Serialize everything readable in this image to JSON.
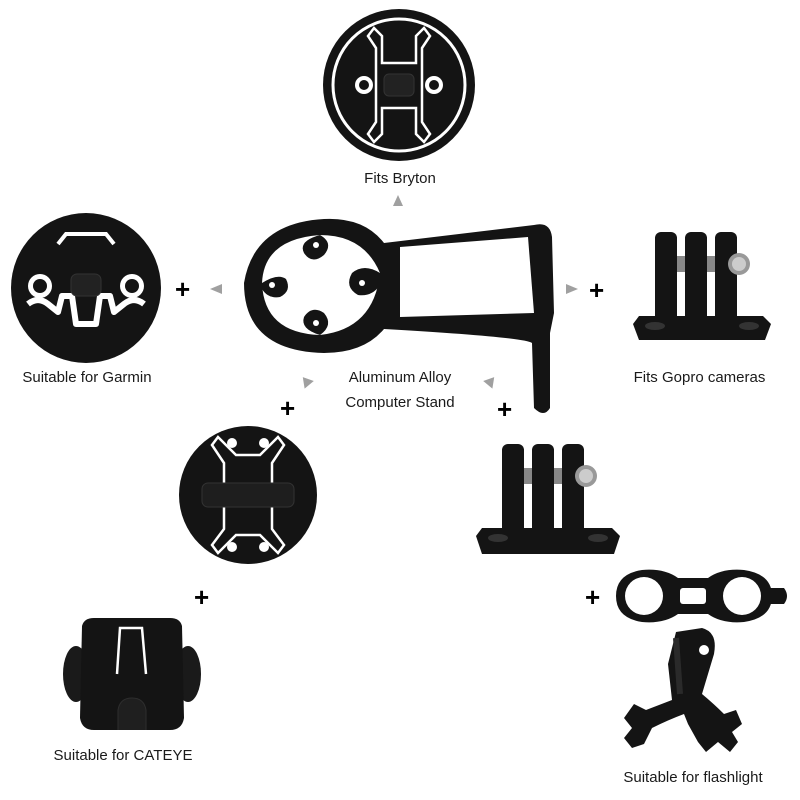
{
  "labels": {
    "bryton": "Fits Bryton",
    "garmin": "Suitable for Garmin",
    "stand_line1": "Aluminum Alloy",
    "stand_line2": "Computer Stand",
    "gopro": "Fits Gopro cameras",
    "cateye": "Suitable for CATEYE",
    "flashlight": "Suitable for flashlight"
  },
  "connectors": {
    "plus": "+"
  },
  "colors": {
    "part": "#141414",
    "arrow": "#a0a0a0",
    "background": "#ffffff"
  }
}
